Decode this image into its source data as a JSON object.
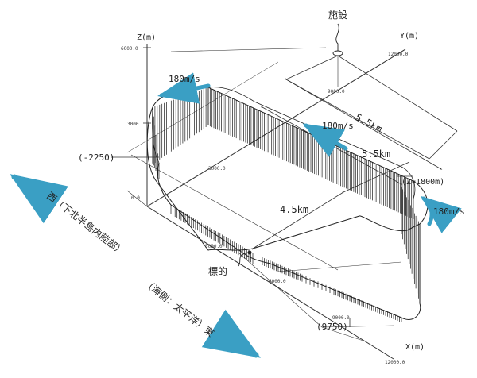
{
  "axes": {
    "z_label": "Z(m)",
    "y_label": "Y(m)",
    "x_label": "X(m)"
  },
  "ticks": {
    "z_top": "6000.0",
    "z_mid": "3000",
    "origin": "0.0",
    "y_max": "12000.0",
    "y_mid": "9000.0",
    "x_1": "3000.0",
    "x_2": "6000.0",
    "x_3": "9000.0",
    "x_max": "12000.0",
    "center_y": "3000.0"
  },
  "labels": {
    "facility": "施設",
    "target": "標的",
    "minus_x": "(-2250)",
    "x_9750": "(9750)",
    "z_1800": "(Z=1800m)",
    "dim_55a": "5.5km",
    "dim_55b": "5.5km",
    "dim_45": "4.5km",
    "speed_top": "180m/s",
    "speed_mid": "180m/s",
    "speed_right": "180m/s",
    "west": "西（下北半島内陸部）",
    "east": "（海側：太平洋）東"
  },
  "colors": {
    "arrow": "#3a9fc4",
    "compass": "#3fa9b4",
    "line": "#333333"
  }
}
